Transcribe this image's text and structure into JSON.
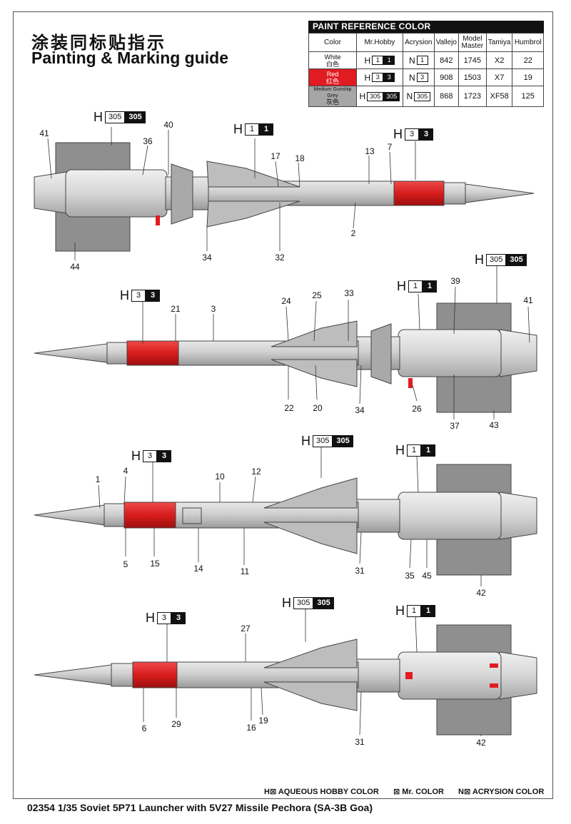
{
  "title_cn": "涂装同标贴指示",
  "title_en": "Painting & Marking guide",
  "paint_table": {
    "title": "PAINT  REFERENCE COLOR",
    "headers": [
      "Color",
      "Mr.Hobby",
      "Acrysion",
      "Vallejo",
      "Model Master",
      "Tamiya",
      "Humbrol"
    ],
    "rows": [
      {
        "name_en": "White",
        "name_cn": "白色",
        "h_code": "1",
        "n_code": "1",
        "vallejo": "842",
        "model_master": "1745",
        "tamiya": "X2",
        "humbrol": "22",
        "swatch": "#ffffff"
      },
      {
        "name_en": "Red",
        "name_cn": "红色",
        "h_code": "3",
        "n_code": "3",
        "vallejo": "908",
        "model_master": "1503",
        "tamiya": "X7",
        "humbrol": "19",
        "swatch": "#e11b22"
      },
      {
        "name_en": "Medium Gunship Grey",
        "name_cn": "灰色",
        "h_code": "305",
        "n_code": "305",
        "vallejo": "868",
        "model_master": "1723",
        "tamiya": "XF58",
        "humbrol": "125",
        "swatch": "#a6a6a6"
      }
    ]
  },
  "prefix_h": "H",
  "prefix_n": "N",
  "callout_white": "1",
  "callout_red": "3",
  "callout_grey": "305",
  "part_numbers": {
    "v1": [
      "41",
      "36",
      "40",
      "17",
      "18",
      "13",
      "7",
      "2",
      "34",
      "32",
      "44"
    ],
    "v2": [
      "21",
      "3",
      "24",
      "25",
      "33",
      "39",
      "41",
      "22",
      "20",
      "34",
      "26",
      "37",
      "43"
    ],
    "v3": [
      "1",
      "4",
      "10",
      "12",
      "5",
      "15",
      "14",
      "11",
      "31",
      "35",
      "45",
      "42"
    ],
    "v4": [
      "27",
      "6",
      "29",
      "16",
      "19",
      "31",
      "42"
    ]
  },
  "legend": {
    "h_label": "AQUEOUS HOBBY COLOR",
    "mr_label": "Mr. COLOR",
    "n_label": "ACRYSION COLOR"
  },
  "footer": "02354 1/35 Soviet 5P71 Launcher with 5V27 Missile Pechora (SA-3B Goa)",
  "colors": {
    "red": "#e11b22",
    "body": "#c9c9c9",
    "grey": "#8f8f8f",
    "dark": "#111111"
  }
}
